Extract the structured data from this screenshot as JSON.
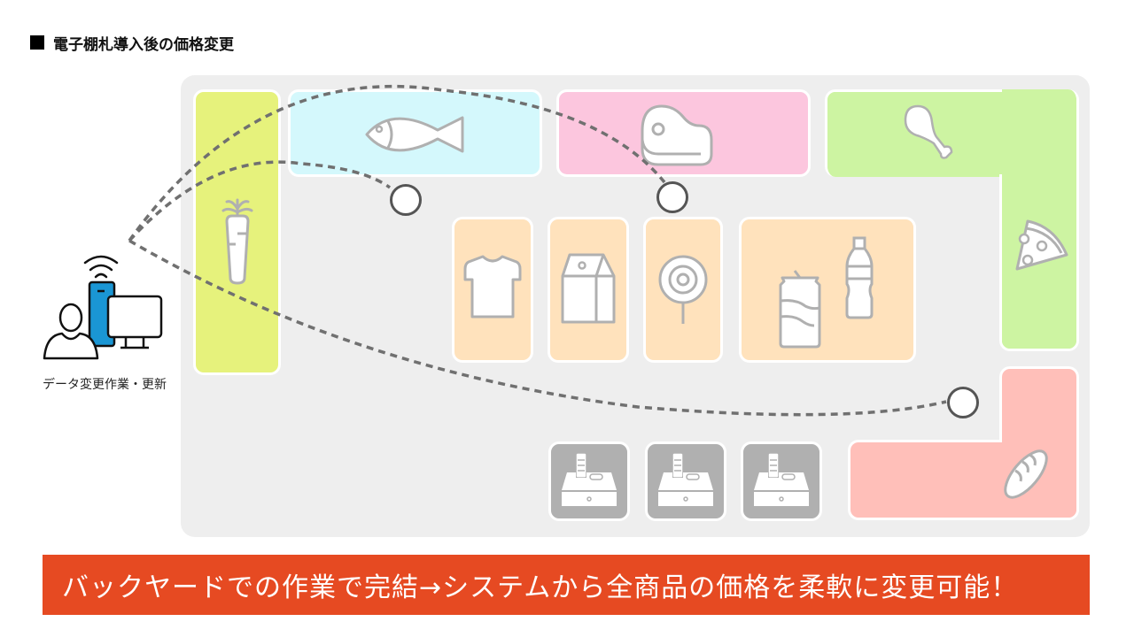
{
  "header": {
    "title": "電子棚札導入後の価格変更"
  },
  "staff": {
    "label": "データ変更作業・更新",
    "device_color": "#1a96d4"
  },
  "zones": [
    {
      "id": "vegetables",
      "icon": "carrot-icon",
      "color": "#e6f27c"
    },
    {
      "id": "fish",
      "icon": "fish-icon",
      "color": "#d4f8fc"
    },
    {
      "id": "meat",
      "icon": "meat-icon",
      "color": "#fcc6de"
    },
    {
      "id": "deli",
      "icon": "chicken-leg-icon",
      "color": "#cdf4a2",
      "secondary_icon": "pizza-icon"
    },
    {
      "id": "clothing",
      "icon": "tshirt-icon",
      "color": "#ffe2bc"
    },
    {
      "id": "dairy",
      "icon": "milk-carton-icon",
      "color": "#ffe2bc"
    },
    {
      "id": "candy",
      "icon": "lollipop-icon",
      "color": "#ffe2bc"
    },
    {
      "id": "drinks",
      "icon": "can-and-bottle-icon",
      "color": "#ffe2bc"
    },
    {
      "id": "bakery",
      "icon": "bread-icon",
      "color": "#ffbfb9"
    }
  ],
  "registers": [
    {
      "icon": "cash-register-icon"
    },
    {
      "icon": "cash-register-icon"
    },
    {
      "icon": "cash-register-icon"
    }
  ],
  "price_tags": [
    {
      "id": "tag-fish",
      "icon": "electronic-shelf-label"
    },
    {
      "id": "tag-meat",
      "icon": "electronic-shelf-label"
    },
    {
      "id": "tag-bakery",
      "icon": "electronic-shelf-label"
    }
  ],
  "banner": {
    "text": "バックヤードでの作業で完結→システムから全商品の価格を柔軟に変更可能！",
    "color": "#e64a22"
  }
}
